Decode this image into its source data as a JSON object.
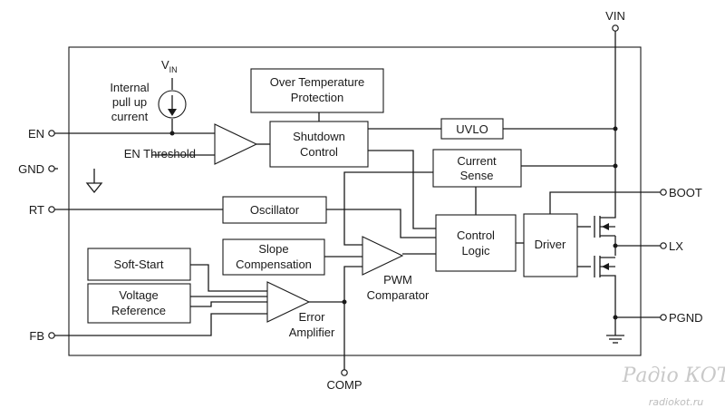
{
  "pins": {
    "vin": "VIN",
    "en": "EN",
    "gnd": "GND",
    "rt": "RT",
    "fb": "FB",
    "boot": "BOOT",
    "lx": "LX",
    "pgnd": "PGND",
    "comp": "COMP"
  },
  "blocks": {
    "over_temp": [
      "Over Temperature",
      "Protection"
    ],
    "shutdown": [
      "Shutdown",
      "Control"
    ],
    "uvlo": "UVLO",
    "current_sense": [
      "Current",
      "Sense"
    ],
    "oscillator": "Oscillator",
    "slope_comp": [
      "Slope",
      "Compensation"
    ],
    "control_logic": [
      "Control",
      "Logic"
    ],
    "driver": "Driver",
    "soft_start": "Soft-Start",
    "vref": [
      "Voltage",
      "Reference"
    ]
  },
  "labels": {
    "vin_main": "V",
    "vin_sub": "IN",
    "pull_up": [
      "Internal",
      "pull up",
      "current"
    ],
    "en_threshold": "EN Threshold",
    "pwm_comp": [
      "PWM",
      "Comparator"
    ],
    "error_amp": [
      "Error",
      "Amplifier"
    ]
  },
  "watermark": {
    "line1": "Радіо КОТ",
    "line2": "radiokot.ru"
  }
}
